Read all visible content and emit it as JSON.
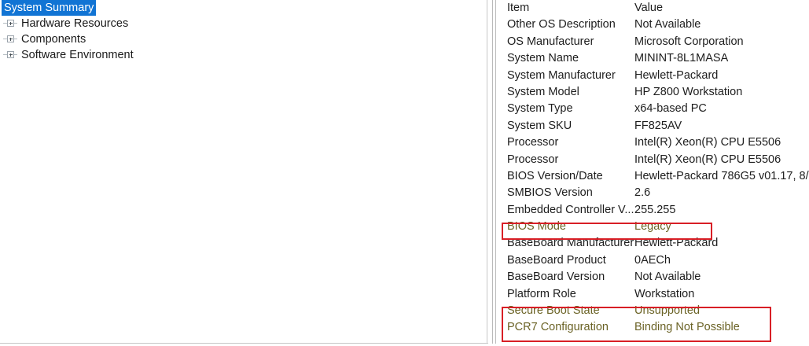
{
  "tree": {
    "items": [
      {
        "label": "System Summary",
        "selected": true,
        "expandable": false
      },
      {
        "label": "Hardware Resources",
        "selected": false,
        "expandable": true
      },
      {
        "label": "Components",
        "selected": false,
        "expandable": true
      },
      {
        "label": "Software Environment",
        "selected": false,
        "expandable": true
      }
    ]
  },
  "details": {
    "header": {
      "item": "Item",
      "value": "Value"
    },
    "rows": [
      {
        "item": "Other OS Description",
        "value": "Not Available",
        "flagged": false
      },
      {
        "item": "OS Manufacturer",
        "value": "Microsoft Corporation",
        "flagged": false
      },
      {
        "item": "System Name",
        "value": "MININT-8L1MASA",
        "flagged": false
      },
      {
        "item": "System Manufacturer",
        "value": "Hewlett-Packard",
        "flagged": false
      },
      {
        "item": "System Model",
        "value": "HP Z800 Workstation",
        "flagged": false
      },
      {
        "item": "System Type",
        "value": "x64-based PC",
        "flagged": false
      },
      {
        "item": "System SKU",
        "value": "FF825AV",
        "flagged": false
      },
      {
        "item": "Processor",
        "value": "Intel(R) Xeon(R) CPU          E5506",
        "flagged": false
      },
      {
        "item": "Processor",
        "value": "Intel(R) Xeon(R) CPU          E5506",
        "flagged": false
      },
      {
        "item": "BIOS Version/Date",
        "value": "Hewlett-Packard 786G5 v01.17, 8/",
        "flagged": false
      },
      {
        "item": "SMBIOS Version",
        "value": "2.6",
        "flagged": false
      },
      {
        "item": "Embedded Controller V...",
        "value": "255.255",
        "flagged": false
      },
      {
        "item": "BIOS Mode",
        "value": "Legacy",
        "flagged": true
      },
      {
        "item": "BaseBoard Manufacturer",
        "value": "Hewlett-Packard",
        "flagged": false
      },
      {
        "item": "BaseBoard Product",
        "value": "0AECh",
        "flagged": false
      },
      {
        "item": "BaseBoard Version",
        "value": "Not Available",
        "flagged": false
      },
      {
        "item": "Platform Role",
        "value": "Workstation",
        "flagged": false
      },
      {
        "item": "Secure Boot State",
        "value": "Unsupported",
        "flagged": true
      },
      {
        "item": "PCR7 Configuration",
        "value": "Binding Not Possible",
        "flagged": true
      }
    ]
  },
  "annotations": {
    "color": "#d81f26",
    "boxes": [
      {
        "name": "bios-mode-callout",
        "rows": [
          "BIOS Mode"
        ]
      },
      {
        "name": "secure-boot-callout",
        "rows": [
          "Secure Boot State",
          "PCR7 Configuration"
        ]
      }
    ]
  },
  "colors": {
    "selection": "#1174d4",
    "selection_text": "#ffffff",
    "text": "#1d1d1d",
    "flagged_text": "#6b6326",
    "annotation": "#d81f26",
    "panel_border": "#c8c8c8",
    "background": "#ffffff"
  }
}
